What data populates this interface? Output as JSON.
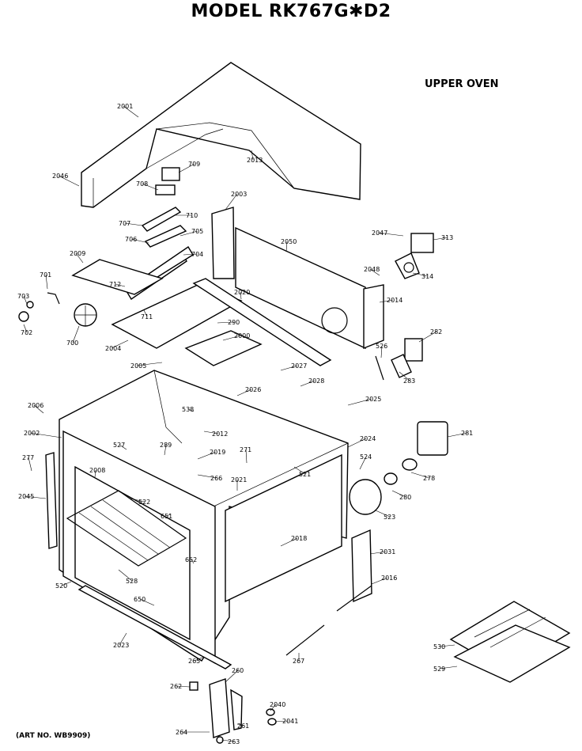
{
  "title": "MODEL RK767G✱D2",
  "section": "UPPER OVEN",
  "art_no": "(ART NO. WB9909)",
  "parts": [
    {
      "id": "p2001",
      "label": "2001"
    },
    {
      "id": "p2013",
      "label": "2013"
    },
    {
      "id": "p2046",
      "label": "2046"
    },
    {
      "id": "p709",
      "label": "709"
    },
    {
      "id": "p708",
      "label": "708"
    },
    {
      "id": "p710",
      "label": "710"
    },
    {
      "id": "p707",
      "label": "707"
    },
    {
      "id": "p2003",
      "label": "2003"
    },
    {
      "id": "p2047",
      "label": "2047"
    },
    {
      "id": "p313",
      "label": "313"
    },
    {
      "id": "p706",
      "label": "706"
    },
    {
      "id": "p705",
      "label": "705"
    },
    {
      "id": "p2050",
      "label": "2050"
    },
    {
      "id": "p2009",
      "label": "2009"
    },
    {
      "id": "p704",
      "label": "704"
    },
    {
      "id": "p2048",
      "label": "2048"
    },
    {
      "id": "p314",
      "label": "314"
    },
    {
      "id": "p701",
      "label": "701"
    },
    {
      "id": "p712",
      "label": "712"
    },
    {
      "id": "p703",
      "label": "703"
    },
    {
      "id": "p2020",
      "label": "2020"
    },
    {
      "id": "p2014",
      "label": "2014"
    },
    {
      "id": "p711",
      "label": "711"
    },
    {
      "id": "p702",
      "label": "702"
    },
    {
      "id": "p290",
      "label": "290"
    },
    {
      "id": "p700",
      "label": "700"
    },
    {
      "id": "p2000",
      "label": "2000"
    },
    {
      "id": "p282",
      "label": "282"
    },
    {
      "id": "p2004",
      "label": "2004"
    },
    {
      "id": "p526",
      "label": "526"
    },
    {
      "id": "p2005",
      "label": "2005"
    },
    {
      "id": "p2027",
      "label": "2027"
    },
    {
      "id": "p283",
      "label": "283"
    },
    {
      "id": "p2028",
      "label": "2028"
    },
    {
      "id": "p2026",
      "label": "2026"
    },
    {
      "id": "p2025",
      "label": "2025"
    },
    {
      "id": "p2006",
      "label": "2006"
    },
    {
      "id": "p538",
      "label": "538"
    },
    {
      "id": "p2002",
      "label": "2002"
    },
    {
      "id": "p2012",
      "label": "2012"
    },
    {
      "id": "p2024",
      "label": "2024"
    },
    {
      "id": "p281",
      "label": "281"
    },
    {
      "id": "p527",
      "label": "527"
    },
    {
      "id": "p289",
      "label": "289"
    },
    {
      "id": "p2019",
      "label": "2019"
    },
    {
      "id": "p271",
      "label": "271"
    },
    {
      "id": "p277",
      "label": "277"
    },
    {
      "id": "p524",
      "label": "524"
    },
    {
      "id": "p2008",
      "label": "2008"
    },
    {
      "id": "p521",
      "label": "521"
    },
    {
      "id": "p278",
      "label": "278"
    },
    {
      "id": "p266",
      "label": "266"
    },
    {
      "id": "p2021",
      "label": "2021"
    },
    {
      "id": "p2045",
      "label": "2045"
    },
    {
      "id": "p522",
      "label": "522"
    },
    {
      "id": "p280",
      "label": "280"
    },
    {
      "id": "p523",
      "label": "523"
    },
    {
      "id": "p651",
      "label": "651"
    },
    {
      "id": "p2018",
      "label": "2018"
    },
    {
      "id": "p2031",
      "label": "2031"
    },
    {
      "id": "p652",
      "label": "652"
    },
    {
      "id": "p520",
      "label": "520"
    },
    {
      "id": "p528",
      "label": "528"
    },
    {
      "id": "p2016",
      "label": "2016"
    },
    {
      "id": "p650",
      "label": "650"
    },
    {
      "id": "p2023",
      "label": "2023"
    },
    {
      "id": "p267",
      "label": "267"
    },
    {
      "id": "p530",
      "label": "530"
    },
    {
      "id": "p529",
      "label": "529"
    },
    {
      "id": "p265",
      "label": "265"
    },
    {
      "id": "p260",
      "label": "260"
    },
    {
      "id": "p262",
      "label": "262"
    },
    {
      "id": "p2040",
      "label": "2040"
    },
    {
      "id": "p261",
      "label": "261"
    },
    {
      "id": "p2041",
      "label": "2041"
    },
    {
      "id": "p264",
      "label": "264"
    },
    {
      "id": "p263",
      "label": "263"
    }
  ]
}
